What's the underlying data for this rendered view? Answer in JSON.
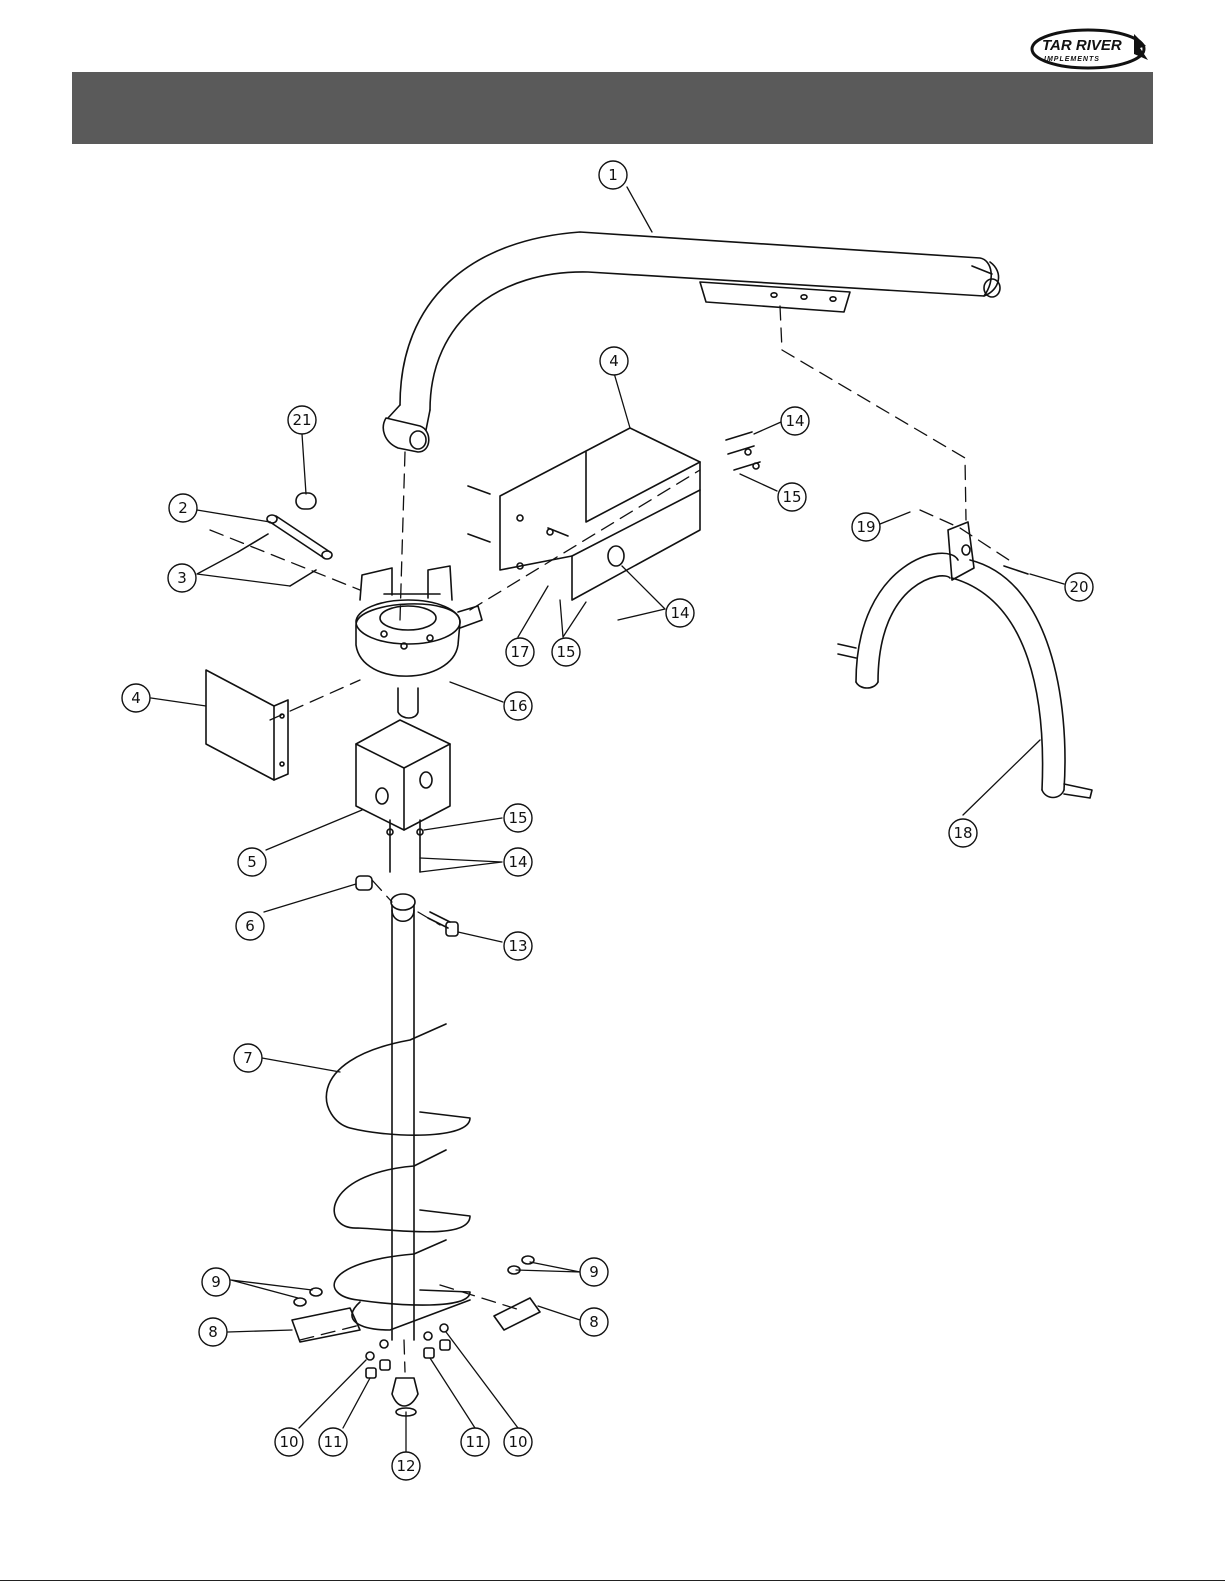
{
  "brand": {
    "logo_text_line1": "TAR RIVER",
    "logo_text_line2": "IMPLEMENTS"
  },
  "colors": {
    "header_bar": "#5a5a5a",
    "ink": "#111111"
  },
  "header": {
    "title": ""
  },
  "callouts": [
    {
      "id": "c1",
      "label": "1"
    },
    {
      "id": "c4a",
      "label": "4"
    },
    {
      "id": "c14a",
      "label": "14"
    },
    {
      "id": "c15a",
      "label": "15"
    },
    {
      "id": "c21",
      "label": "21"
    },
    {
      "id": "c2",
      "label": "2"
    },
    {
      "id": "c3",
      "label": "3"
    },
    {
      "id": "c19",
      "label": "19"
    },
    {
      "id": "c20",
      "label": "20"
    },
    {
      "id": "c14b",
      "label": "14"
    },
    {
      "id": "c17",
      "label": "17"
    },
    {
      "id": "c15b",
      "label": "15"
    },
    {
      "id": "c4b",
      "label": "4"
    },
    {
      "id": "c16",
      "label": "16"
    },
    {
      "id": "c18",
      "label": "18"
    },
    {
      "id": "c15c",
      "label": "15"
    },
    {
      "id": "c5",
      "label": "5"
    },
    {
      "id": "c14c",
      "label": "14"
    },
    {
      "id": "c6",
      "label": "6"
    },
    {
      "id": "c13",
      "label": "13"
    },
    {
      "id": "c7",
      "label": "7"
    },
    {
      "id": "c9a",
      "label": "9"
    },
    {
      "id": "c9b",
      "label": "9"
    },
    {
      "id": "c8a",
      "label": "8"
    },
    {
      "id": "c8b",
      "label": "8"
    },
    {
      "id": "c10a",
      "label": "10"
    },
    {
      "id": "c11a",
      "label": "11"
    },
    {
      "id": "c11b",
      "label": "11"
    },
    {
      "id": "c10b",
      "label": "10"
    },
    {
      "id": "c12",
      "label": "12"
    }
  ]
}
